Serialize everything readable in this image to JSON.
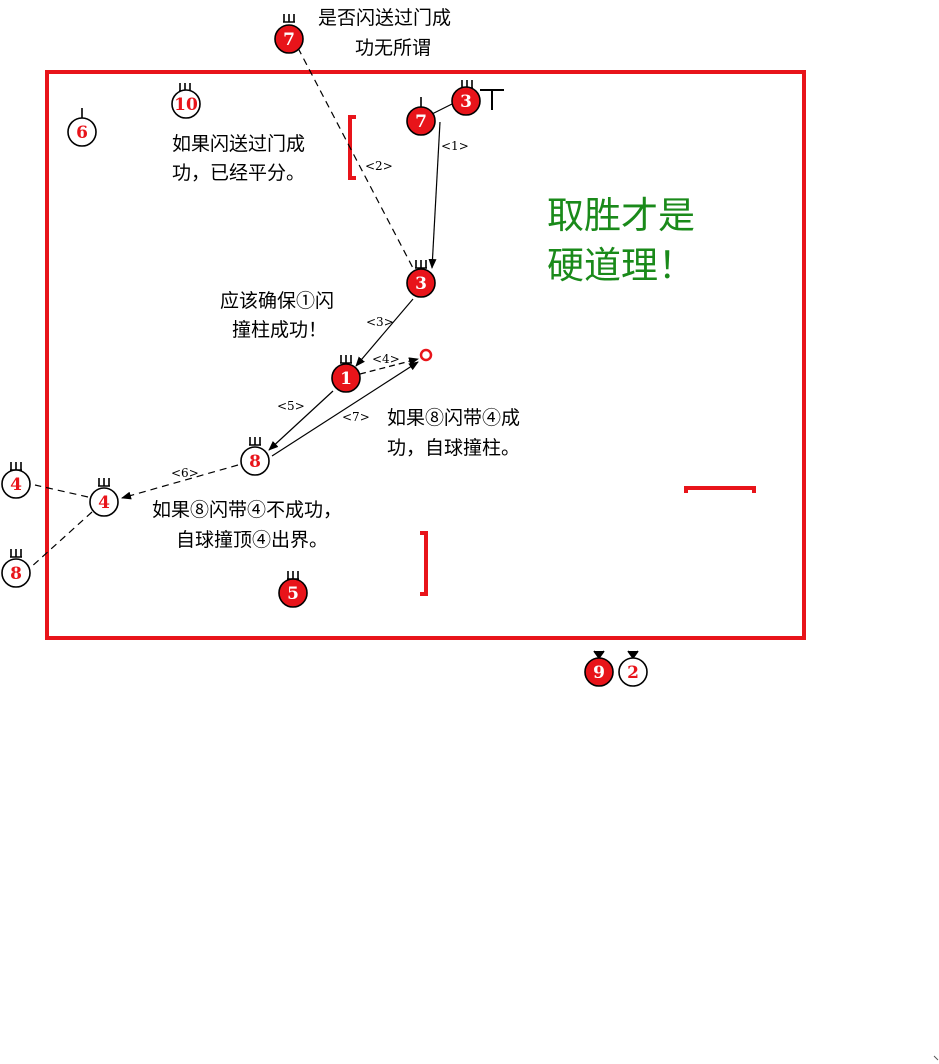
{
  "colors": {
    "field_border": "#e8141a",
    "ball_red": "#e8141a",
    "ball_white": "#ffffff",
    "headline": "#1a8a1a"
  },
  "balls": [
    {
      "id": "ball-7-top",
      "label": "7",
      "fill": "red",
      "marker": "comb"
    },
    {
      "id": "ball-10",
      "label": "10",
      "fill": "white",
      "marker": "comb"
    },
    {
      "id": "ball-6",
      "label": "6",
      "fill": "white",
      "marker": "stick"
    },
    {
      "id": "ball-3-top",
      "label": "3",
      "fill": "red",
      "marker": "comb"
    },
    {
      "id": "ball-7-field",
      "label": "7",
      "fill": "red",
      "marker": "stick"
    },
    {
      "id": "ball-3-mid",
      "label": "3",
      "fill": "red",
      "marker": "comb"
    },
    {
      "id": "ball-1",
      "label": "1",
      "fill": "red",
      "marker": "comb"
    },
    {
      "id": "ball-8-field",
      "label": "8",
      "fill": "white",
      "marker": "comb"
    },
    {
      "id": "ball-4-field",
      "label": "4",
      "fill": "white",
      "marker": "comb"
    },
    {
      "id": "ball-4-out",
      "label": "4",
      "fill": "white",
      "marker": "comb"
    },
    {
      "id": "ball-8-out",
      "label": "8",
      "fill": "white",
      "marker": "comb"
    },
    {
      "id": "ball-5",
      "label": "5",
      "fill": "red",
      "marker": "comb"
    },
    {
      "id": "ball-9",
      "label": "9",
      "fill": "red",
      "marker": "v"
    },
    {
      "id": "ball-2",
      "label": "2",
      "fill": "white",
      "marker": "v"
    }
  ],
  "steps": [
    "<1>",
    "<2>",
    "<3>",
    "<4>",
    "<5>",
    "<6>",
    "<7>"
  ],
  "notes": {
    "top": [
      "是否闪送过门成",
      "功无所谓"
    ],
    "hoop_left": [
      "如果闪送过门成",
      "功，已经平分。"
    ],
    "ensure": [
      "应该确保①闪",
      "撞柱成功！"
    ],
    "success": [
      "如果⑧闪带④成",
      "功，自球撞柱。"
    ],
    "fail": [
      "如果⑧闪带④不成功，",
      "自球撞顶④出界。"
    ]
  },
  "headline": [
    "取胜才是",
    "硬道理！"
  ]
}
